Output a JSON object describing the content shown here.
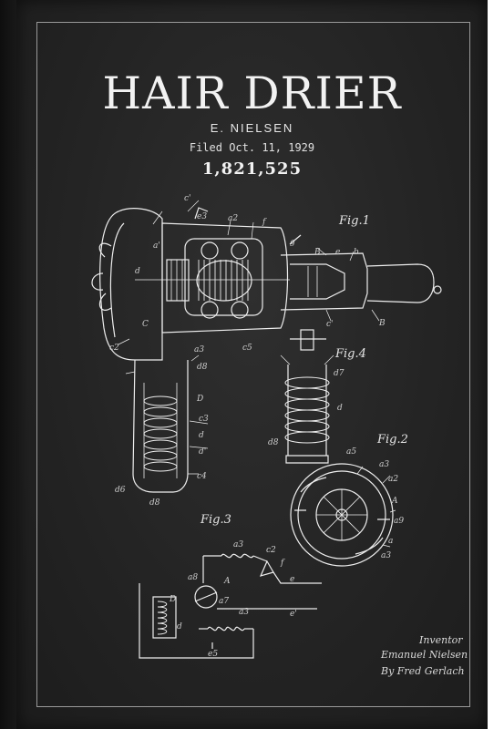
{
  "poster": {
    "title": "HAIR DRIER",
    "inventor": "E. NIELSEN",
    "filed": "Filed Oct. 11, 1929",
    "patent_number": "1,821,525"
  },
  "figures": {
    "fig1": "Fig.1",
    "fig2": "Fig.2",
    "fig3": "Fig.3",
    "fig4": "Fig.4"
  },
  "signature": {
    "role": "Inventor",
    "name": "Emanuel Nielsen",
    "attorney": "By Fred Gerlach"
  },
  "colors": {
    "canvas": "#242424",
    "ink": "#f0f0f0",
    "frame": "#9a9a9a"
  }
}
